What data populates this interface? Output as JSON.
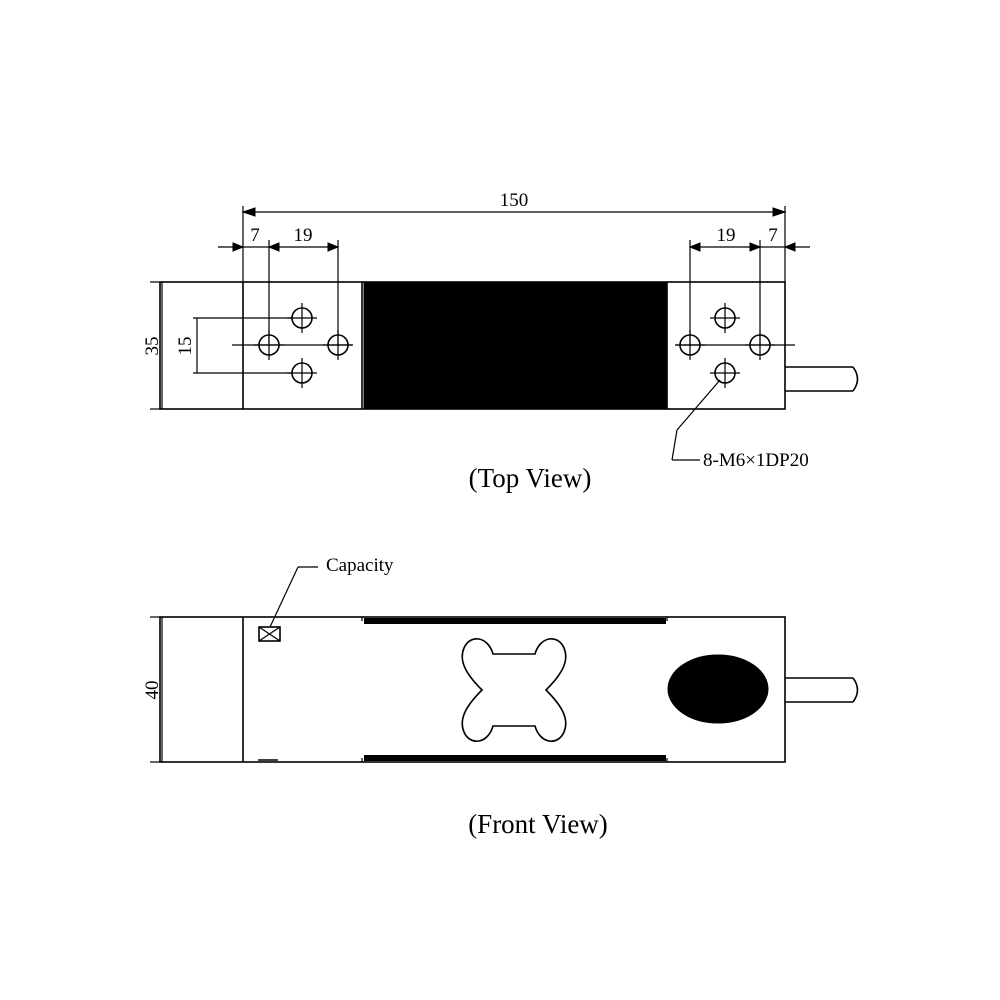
{
  "top_view": {
    "caption": "(Top View)",
    "dim_length": "150",
    "dim_left_edge": "7",
    "dim_left_pitch": "19",
    "dim_right_pitch": "19",
    "dim_right_edge": "7",
    "dim_width": "35",
    "dim_hole_pitch": "15",
    "thread_note": "8-M6×1DP20"
  },
  "front_view": {
    "caption": "(Front View)",
    "capacity_label": "Capacity",
    "dim_height": "40"
  },
  "colors": {
    "ink": "#000000",
    "paper": "#ffffff"
  }
}
